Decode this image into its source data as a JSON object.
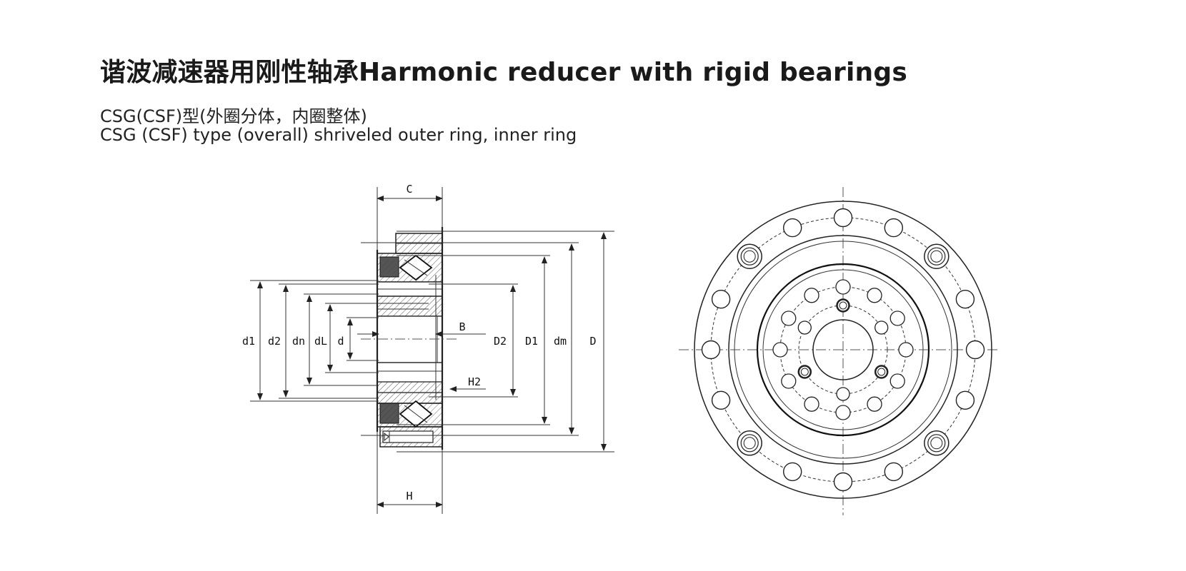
{
  "header": {
    "title": "谐波减速器用刚性轴承Harmonic reducer with rigid bearings",
    "subtitle_cn": "CSG(CSF)型(外圈分体，内圈整体)",
    "subtitle_en": "CSG (CSF) type (overall) shriveled outer ring, inner ring"
  },
  "section_labels": {
    "C": "C",
    "H": "H",
    "B": "B",
    "H2": "H2",
    "d1": "d1",
    "d2": "d2",
    "dn": "dn",
    "dL": "dL",
    "d": "d",
    "D2": "D2",
    "D1": "D1",
    "dm": "dm",
    "D": "D"
  },
  "colors": {
    "line": "#222222",
    "background": "#ffffff"
  }
}
